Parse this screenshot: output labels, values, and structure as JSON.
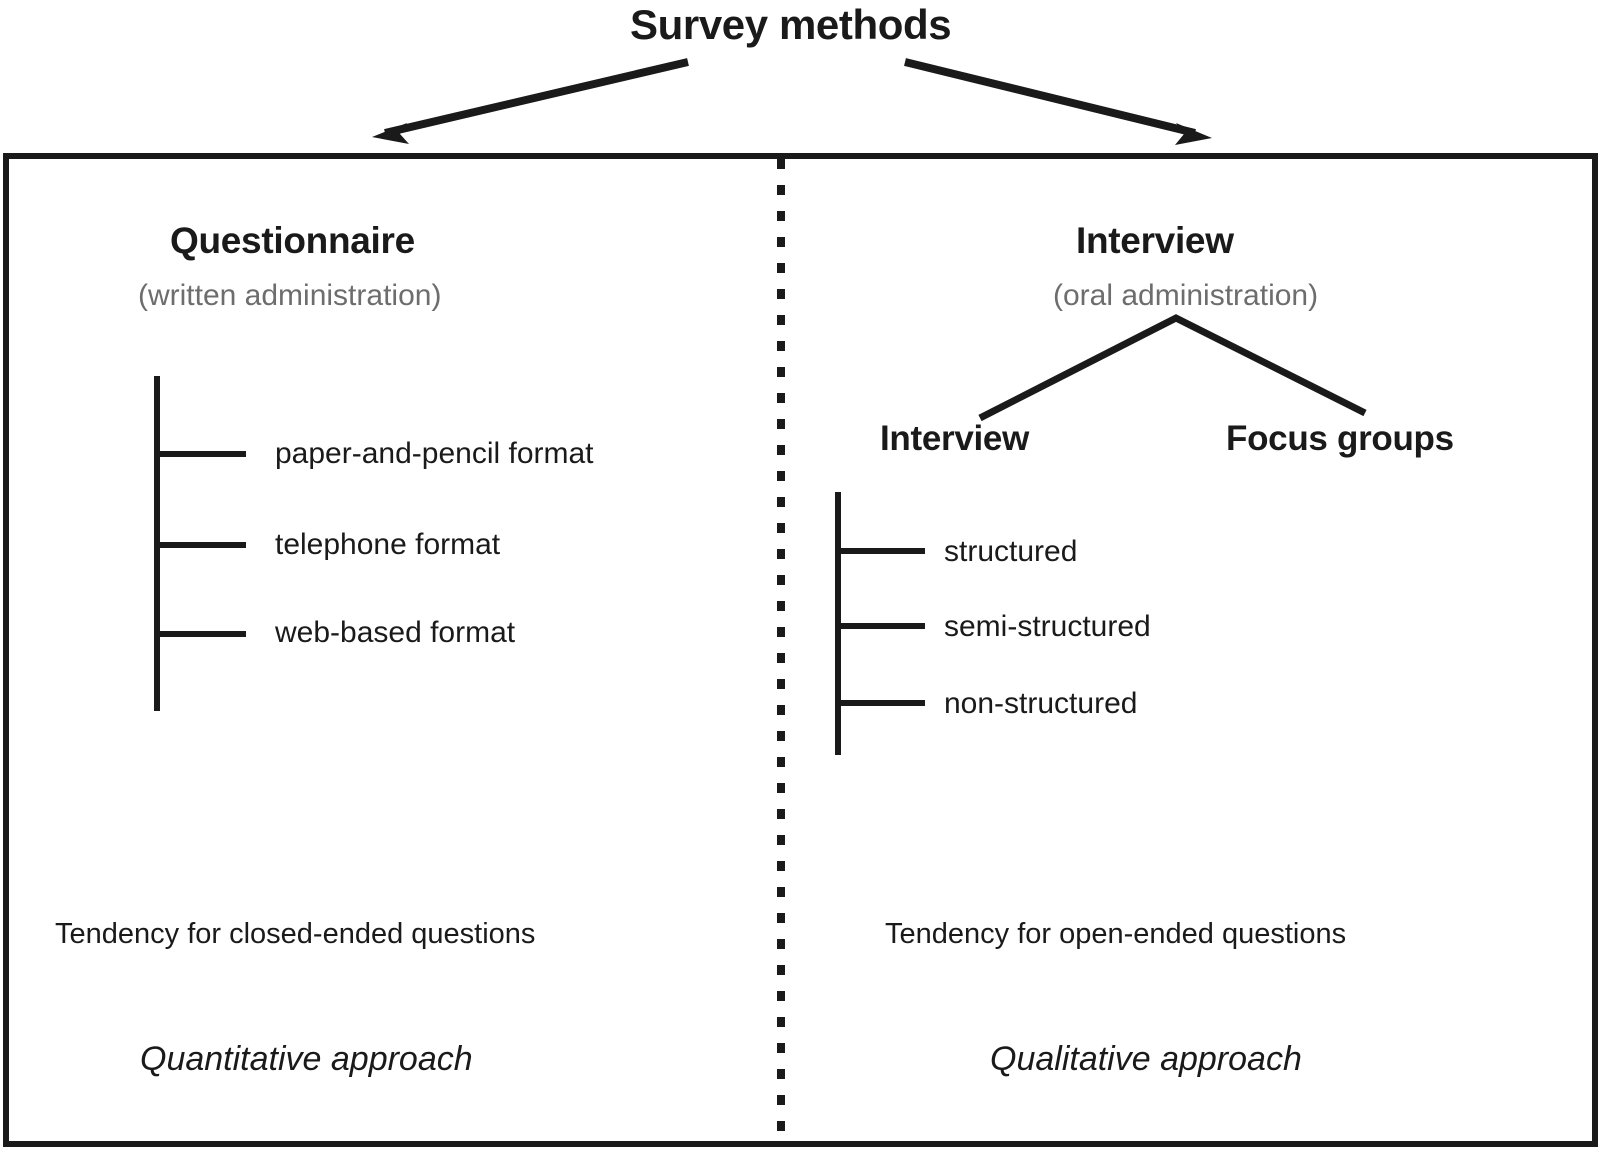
{
  "diagram": {
    "title": "Survey methods",
    "left_panel": {
      "heading": "Questionnaire",
      "subheading": "(written administration)",
      "items": [
        "paper-and-pencil format",
        "telephone format",
        "web-based format"
      ],
      "tendency": "Tendency for closed-ended questions",
      "approach": "Quantitative approach"
    },
    "right_panel": {
      "heading": "Interview",
      "subheading": "(oral administration)",
      "children": [
        "Interview",
        "Focus groups"
      ],
      "items": [
        "structured",
        "semi-structured",
        "non-structured"
      ],
      "tendency": "Tendency for open-ended questions",
      "approach": "Qualitative approach"
    },
    "colors": {
      "stroke": "#1a1a1a",
      "text": "#1a1a1a",
      "muted_text": "#6d6d6d",
      "background": "#ffffff"
    }
  }
}
